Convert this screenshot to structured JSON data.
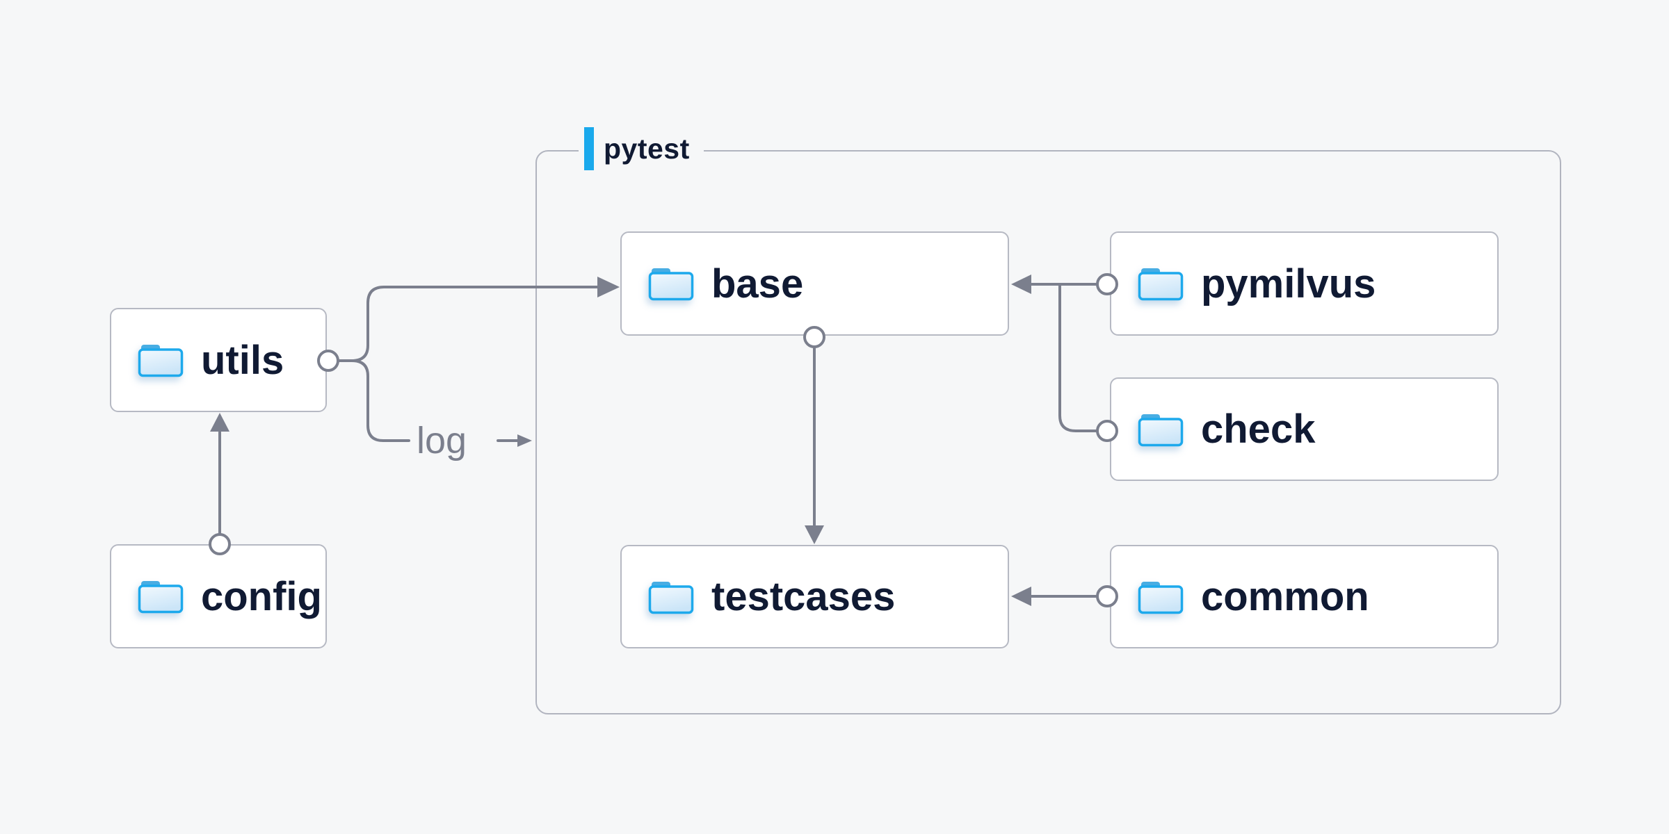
{
  "title": {
    "text": "pytest"
  },
  "edge_label": {
    "text": "log"
  },
  "nodes": {
    "utils": {
      "label": "utils"
    },
    "config": {
      "label": "config"
    },
    "base": {
      "label": "base"
    },
    "pymilvus": {
      "label": "pymilvus"
    },
    "check": {
      "label": "check"
    },
    "testcases": {
      "label": "testcases"
    },
    "common": {
      "label": "common"
    }
  },
  "edges": [
    {
      "from": "config",
      "to": "utils",
      "style": "arrow"
    },
    {
      "from": "utils",
      "to": "base",
      "style": "arrow"
    },
    {
      "from": "utils",
      "to": "pytest-container",
      "label": "log",
      "style": "arrow"
    },
    {
      "from": "base",
      "to": "testcases",
      "style": "arrow"
    },
    {
      "from": "pymilvus",
      "to": "base",
      "style": "arrow"
    },
    {
      "from": "check",
      "to": "base",
      "style": "arrow"
    },
    {
      "from": "common",
      "to": "testcases",
      "style": "arrow"
    }
  ],
  "icons": {
    "node_icon": "folder-icon"
  },
  "colors": {
    "background": "#f6f7f8",
    "node_fill": "#ffffff",
    "node_border": "#b6b9c3",
    "container_border": "#b1b4bf",
    "connector_gray": "#7b7f8d",
    "text_navy": "#101a33",
    "accent_cyan": "#1aa9ec",
    "folder_stroke": "#1da9ec",
    "folder_tab": "#48ade3",
    "folder_body_light": "#f2f9fe",
    "folder_body_dark": "#cbe5f8"
  }
}
